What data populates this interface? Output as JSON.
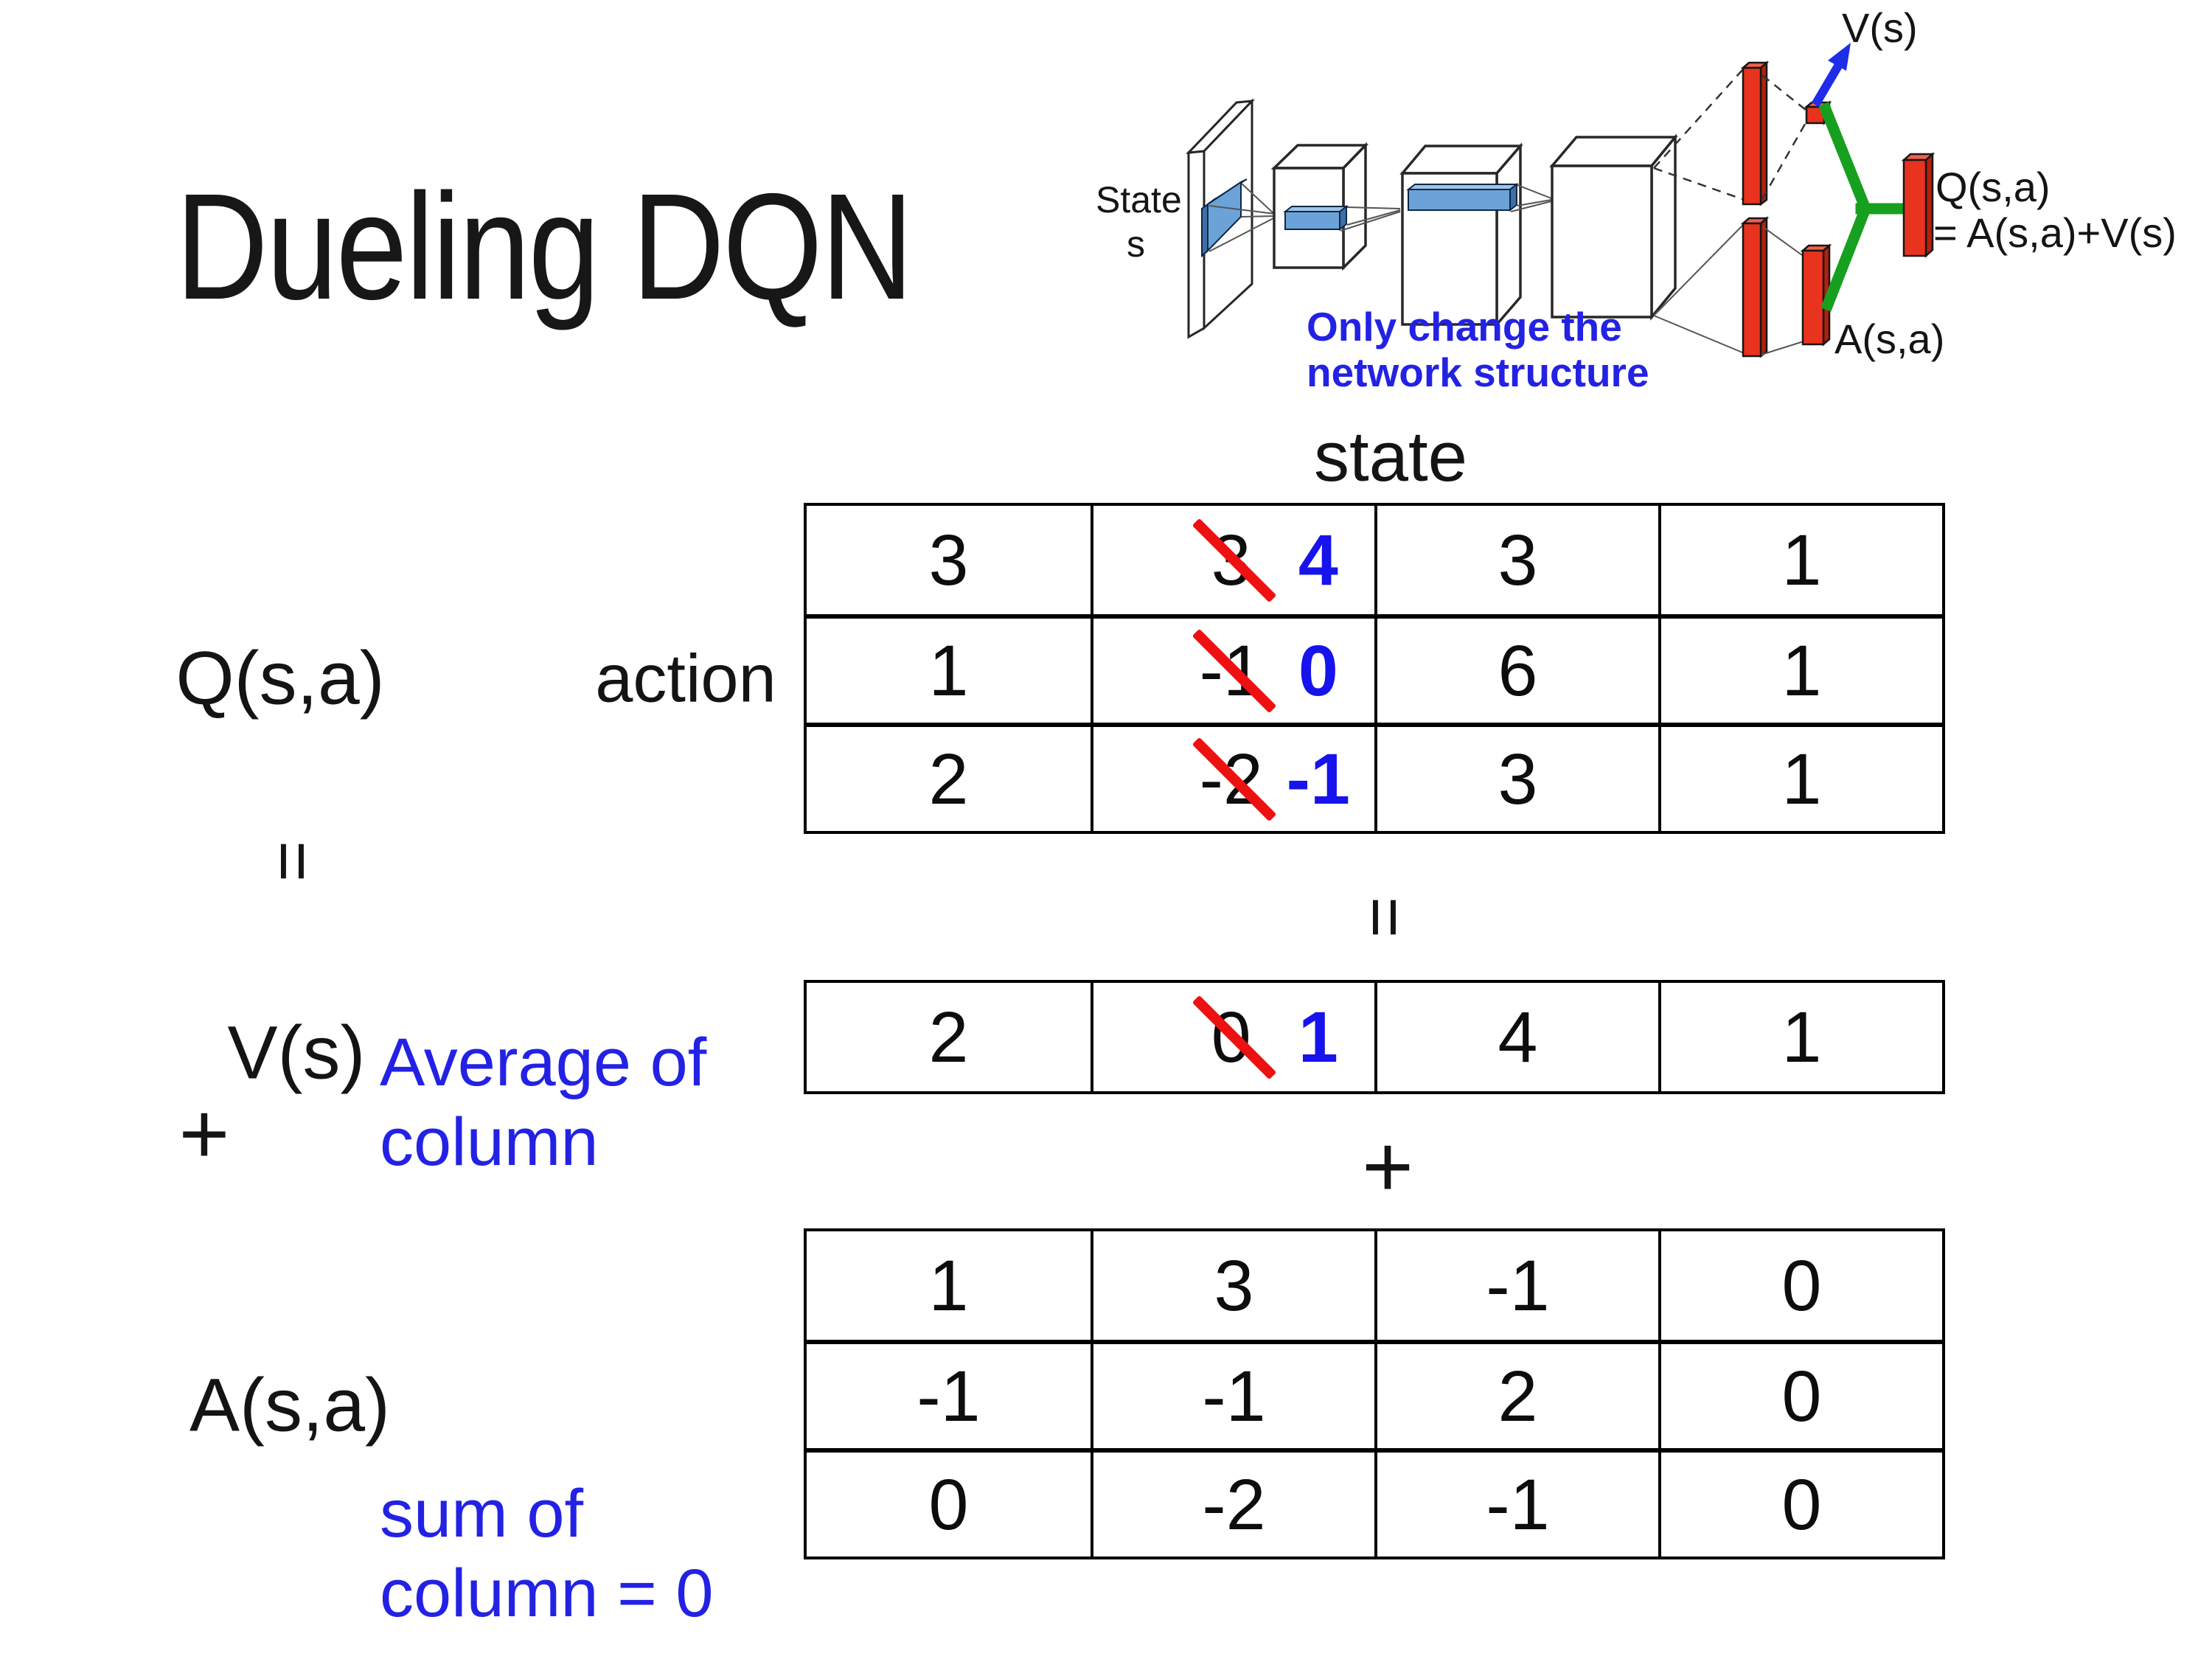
{
  "title": "Dueling DQN",
  "diagram": {
    "state_label_line1": "State",
    "state_label_line2": "s",
    "vs_label": "V(s)",
    "q_label_line1": "Q(s,a)",
    "q_label_line2": "= A(s,a)+V(s)",
    "a_label": "A(s,a)",
    "note_line1": "Only change the",
    "note_line2": "network structure",
    "colors": {
      "note_blue": "#2322e4",
      "arrow_blue": "#1f2ce8",
      "bar_red": "#e8331f",
      "bar_red_dark": "#b3200e",
      "slab_blue": "#6ba3d9",
      "slab_blue_dark": "#3e6fa8",
      "slab_blue_light": "#9cc3e8",
      "green": "#17a01f"
    }
  },
  "equation": {
    "q_label": "Q(s,a)",
    "equals_left": "=",
    "vs_label": "V(s)",
    "plus_left": "+",
    "a_label": "A(s,a)",
    "avg_note_line1": "Average of",
    "avg_note_line2": "column",
    "sum_note_line1": "sum of",
    "sum_note_line2": "column = 0",
    "action_label": "action",
    "state_label": "state",
    "equals_center": "=",
    "plus_center": "+"
  },
  "values_colors": {
    "corrected_blue": "#1613ec",
    "strike_red": "#ee1111"
  },
  "q_table": {
    "rows": [
      {
        "cells": [
          {
            "v": "3"
          },
          {
            "old": "3",
            "new": "4"
          },
          {
            "v": "3"
          },
          {
            "v": "1"
          }
        ]
      },
      {
        "cells": [
          {
            "v": "1"
          },
          {
            "old": "-1",
            "new": "0"
          },
          {
            "v": "6"
          },
          {
            "v": "1"
          }
        ]
      },
      {
        "cells": [
          {
            "v": "2"
          },
          {
            "old": "-2",
            "new": "-1"
          },
          {
            "v": "3"
          },
          {
            "v": "1"
          }
        ]
      }
    ]
  },
  "v_table": {
    "rows": [
      {
        "cells": [
          {
            "v": "2"
          },
          {
            "old": "0",
            "new": "1"
          },
          {
            "v": "4"
          },
          {
            "v": "1"
          }
        ]
      }
    ]
  },
  "a_table": {
    "rows": [
      {
        "cells": [
          {
            "v": "1"
          },
          {
            "v": "3"
          },
          {
            "v": "-1"
          },
          {
            "v": "0"
          }
        ]
      },
      {
        "cells": [
          {
            "v": "-1"
          },
          {
            "v": "-1"
          },
          {
            "v": "2"
          },
          {
            "v": "0"
          }
        ]
      },
      {
        "cells": [
          {
            "v": "0"
          },
          {
            "v": "-2"
          },
          {
            "v": "-1"
          },
          {
            "v": "0"
          }
        ]
      }
    ]
  }
}
